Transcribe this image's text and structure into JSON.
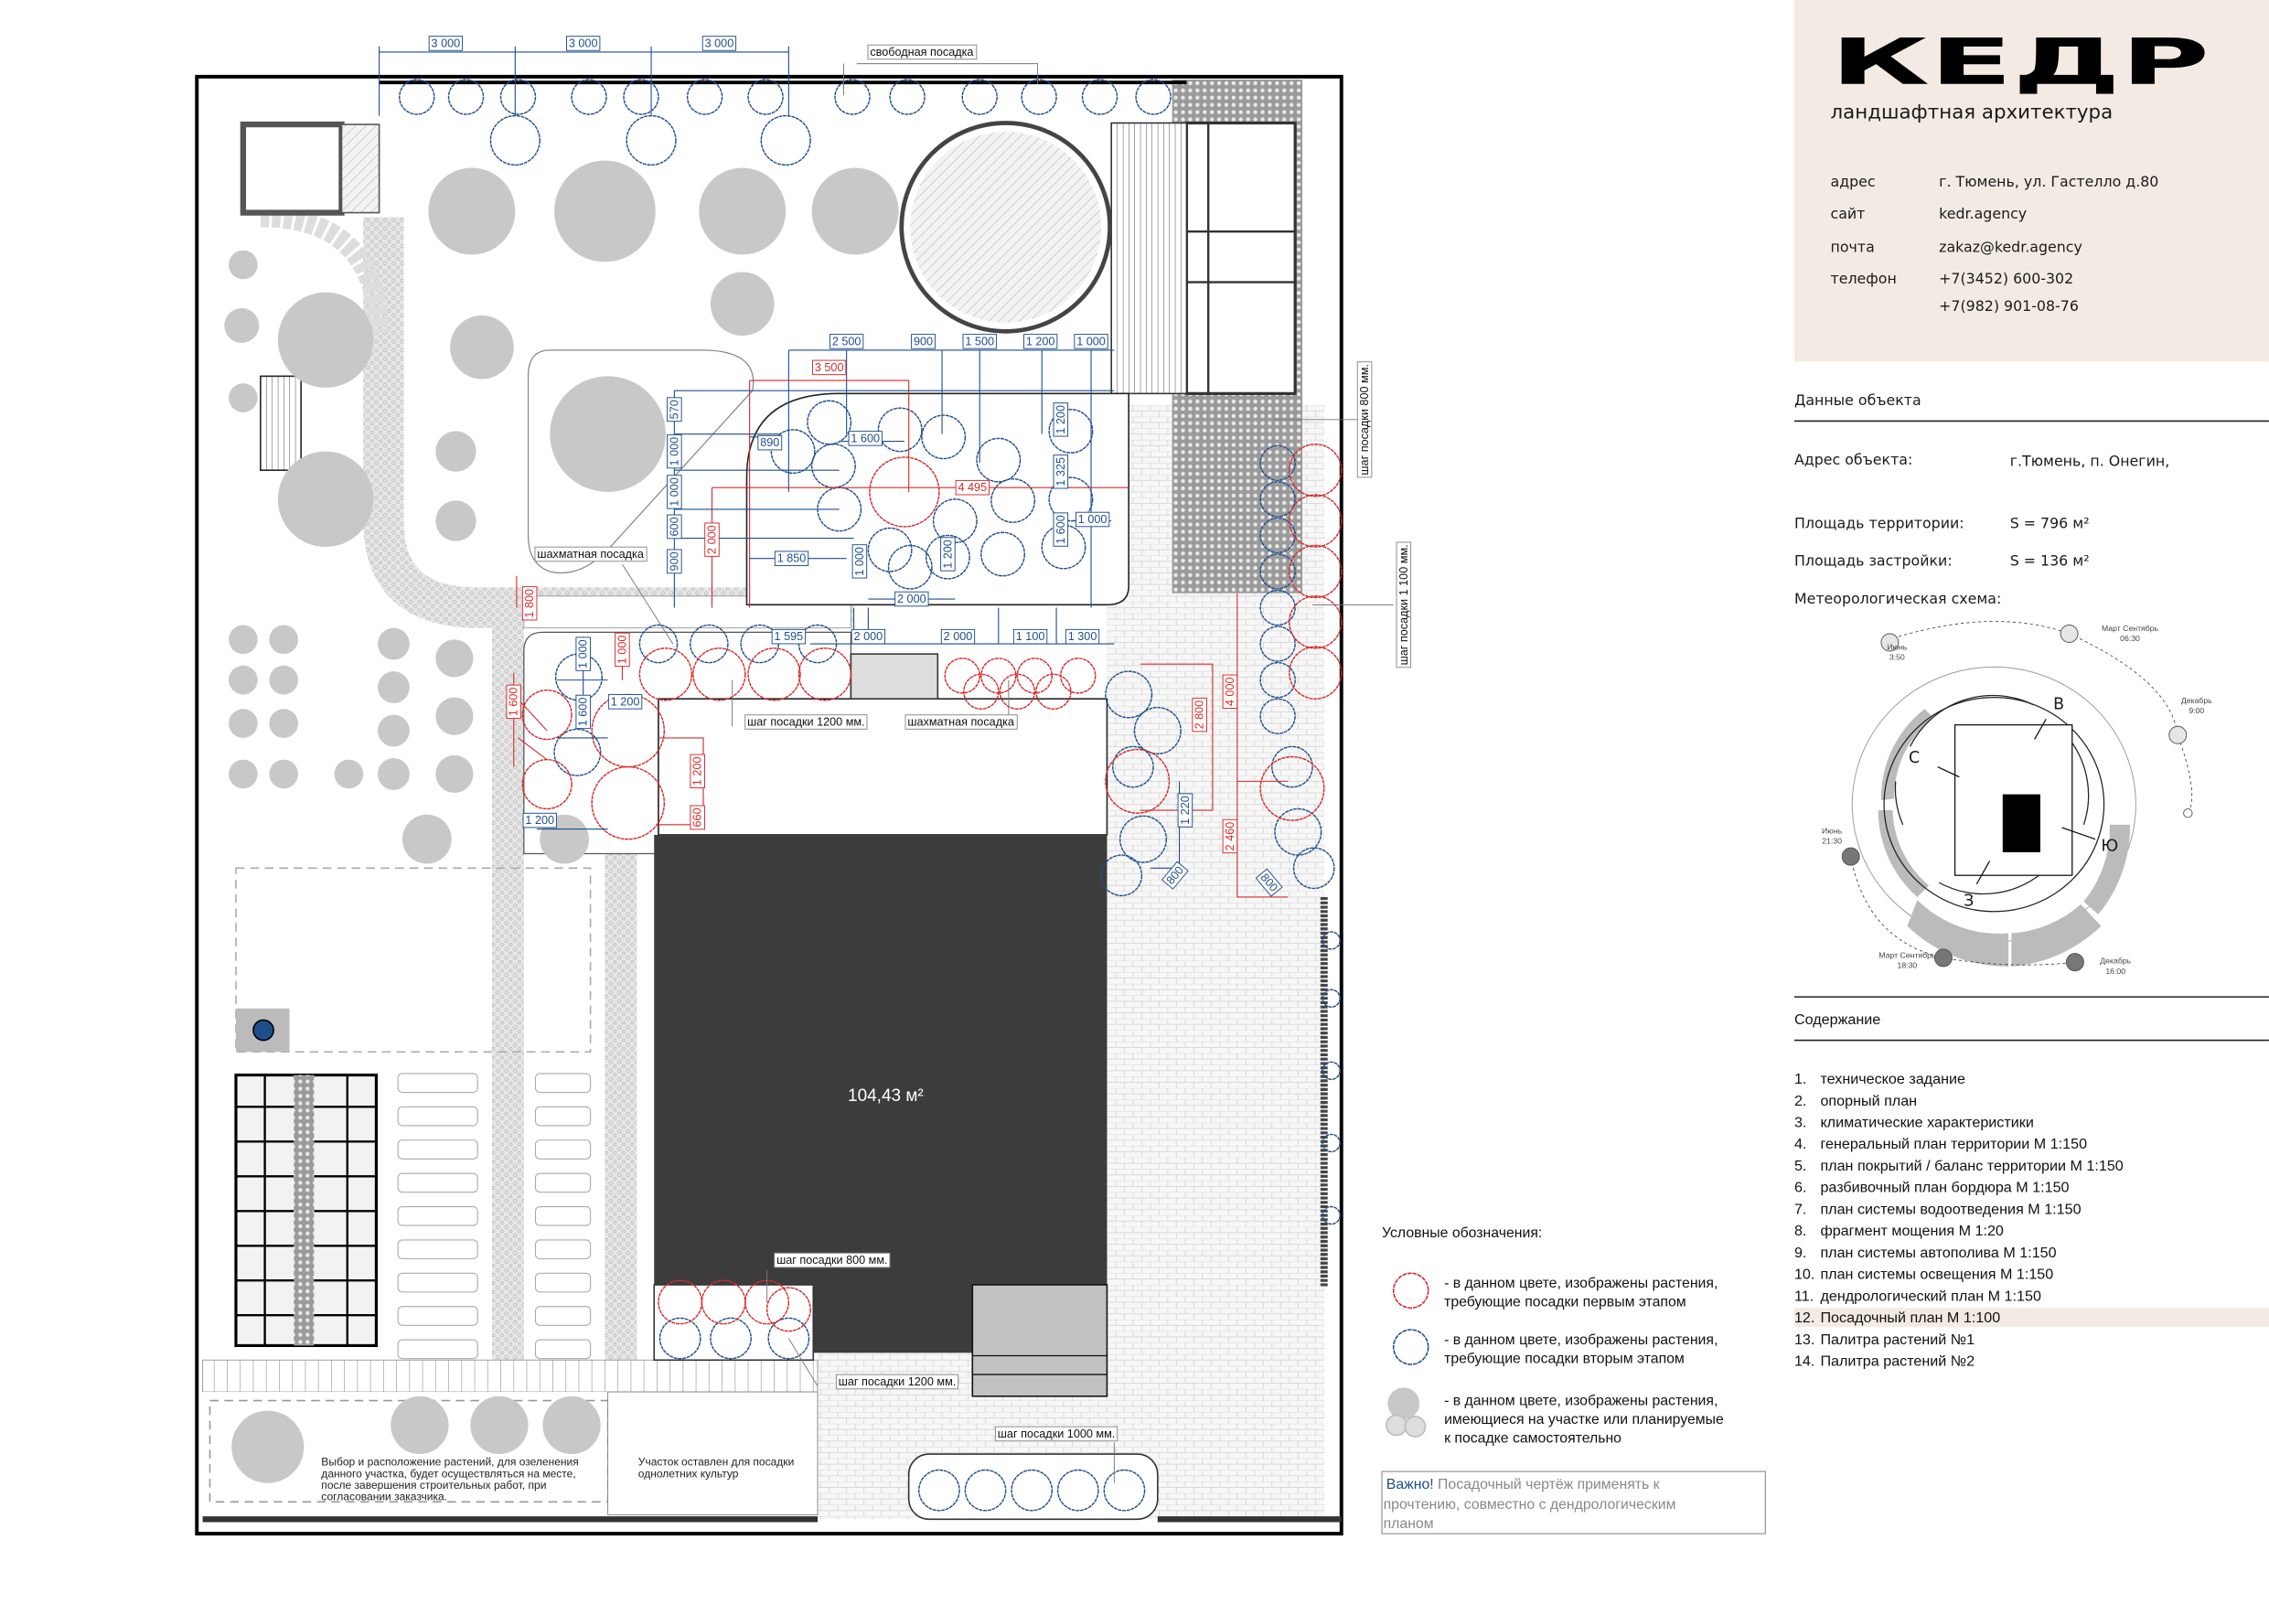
{
  "brand": {
    "logo_text": "КЕДР",
    "subtitle": "ландшафтная архитектура",
    "contacts": [
      {
        "label": "адрес",
        "value": "г. Тюмень, ул. Гастелло д.80"
      },
      {
        "label": "сайт",
        "value": "kedr.agency"
      },
      {
        "label": "почта",
        "value": "zakaz@kedr.agency"
      },
      {
        "label": "телефон",
        "value": "+7(3452) 600-302"
      },
      {
        "label": "",
        "value": "+7(982) 901-08-76"
      }
    ],
    "panel_color": "#f3ebe3"
  },
  "object_data": {
    "title": "Данные объекта",
    "address_label": "Адрес объекта:",
    "address_value": "г.Тюмень, п. Онегин,",
    "territory_label": "Площадь территории:",
    "territory_value": "S = 796 м²",
    "building_label": "Площадь застройки:",
    "building_value": "S = 136 м²",
    "meteo_label": "Метеорологическая схема:"
  },
  "sun_diagram": {
    "directions": {
      "east": "В",
      "north": "С",
      "south": "Ю",
      "west": "З"
    },
    "points": [
      {
        "month": "Июнь",
        "time": "3:50"
      },
      {
        "month": "Март Сентябрь",
        "time": "06:30"
      },
      {
        "month": "Декабрь",
        "time": "9:00"
      },
      {
        "month": "Июнь",
        "time": "21:30"
      },
      {
        "month": "Март Сентябрь",
        "time": "18:30"
      },
      {
        "month": "Декабрь",
        "time": "16:00"
      }
    ]
  },
  "contents": {
    "title": "Содержание",
    "active_index": 11,
    "items": [
      {
        "num": "1.",
        "label": "техническое задание"
      },
      {
        "num": "2.",
        "label": "опорный план"
      },
      {
        "num": "3.",
        "label": "климатические характеристики"
      },
      {
        "num": "4.",
        "label": "генеральный план территории М 1:150"
      },
      {
        "num": "5.",
        "label": "план покрытий / баланс территории М 1:150"
      },
      {
        "num": "6.",
        "label": "разбивочный план бордюра М 1:150"
      },
      {
        "num": "7.",
        "label": "план системы водоотведения М 1:150"
      },
      {
        "num": "8.",
        "label": "фрагмент мощения М 1:20"
      },
      {
        "num": "9.",
        "label": "план системы автополива М 1:150"
      },
      {
        "num": "10.",
        "label": "план системы освещения М 1:150"
      },
      {
        "num": "11.",
        "label": "дендрологический план М 1:150"
      },
      {
        "num": "12.",
        "label": "Посадочный план М 1:100"
      },
      {
        "num": "13.",
        "label": "Палитра растений №1"
      },
      {
        "num": "14.",
        "label": "Палитра растений №2"
      }
    ]
  },
  "legend": {
    "title": "Условные обозначения:",
    "items": [
      {
        "line1": "- в данном цвете, изображены растения,",
        "line2": "требующие посадки первым этапом",
        "line3": "",
        "color": "#d62a2a"
      },
      {
        "line1": "- в данном цвете, изображены растения,",
        "line2": "требующие посадки вторым этапом",
        "line3": "",
        "color": "#1f4e8c"
      },
      {
        "line1": "- в данном цвете, изображены растения,",
        "line2": "имеющиеся на участке или планируемые",
        "line3": "к посадке самостоятельно",
        "color": "#c8c8c8"
      }
    ],
    "note_strong": "Важно!",
    "note_line1": " Посадочный чертёж применять к",
    "note_line2": "прочтению, совместно с дендрологическим",
    "note_line3": "планом"
  },
  "plan": {
    "building_area": "104,43 м²",
    "dims": [
      "3 000",
      "3 000",
      "3 000",
      "2 500",
      "900",
      "1 500",
      "1 200",
      "1 000",
      "3 500",
      "570",
      "1 000",
      "1 000",
      "600",
      "900",
      "890",
      "1 600",
      "4 495",
      "2 000",
      "1 850",
      "1 000",
      "1 200",
      "1 200",
      "1 325",
      "1 600",
      "1 000",
      "2 000",
      "1 595",
      "2 000",
      "2 000",
      "1 100",
      "1 300",
      "1 800",
      "1 000",
      "1 000",
      "1 600",
      "1 200",
      "1 600",
      "1 200",
      "660",
      "1 200",
      "2 800",
      "1 220",
      "800",
      "4 000",
      "2 460",
      "800"
    ],
    "callouts": [
      "свободная посадка",
      "шахматная посадка",
      "шаг посадки 1200 мм.",
      "шахматная посадка",
      "шаг посадки 800 мм.",
      "шаг посадки 1 100 мм.",
      "шаг посадки 800 мм.",
      "шаг посадки 1200 мм.",
      "шаг посадки 1000 мм."
    ],
    "note_left": [
      "Выбор и расположение растений, для озеленения",
      "данного участка, будет осуществляться на месте,",
      "после завершения строительных работ, при",
      "согласовании заказчика."
    ],
    "note_right": [
      "Участок оставлен для посадки",
      "однолетних культур"
    ],
    "colors": {
      "phase1": "#d62a2a",
      "phase2": "#1f4e8c",
      "existing": "#c8c8c8",
      "building": "#3c3c3c"
    }
  }
}
